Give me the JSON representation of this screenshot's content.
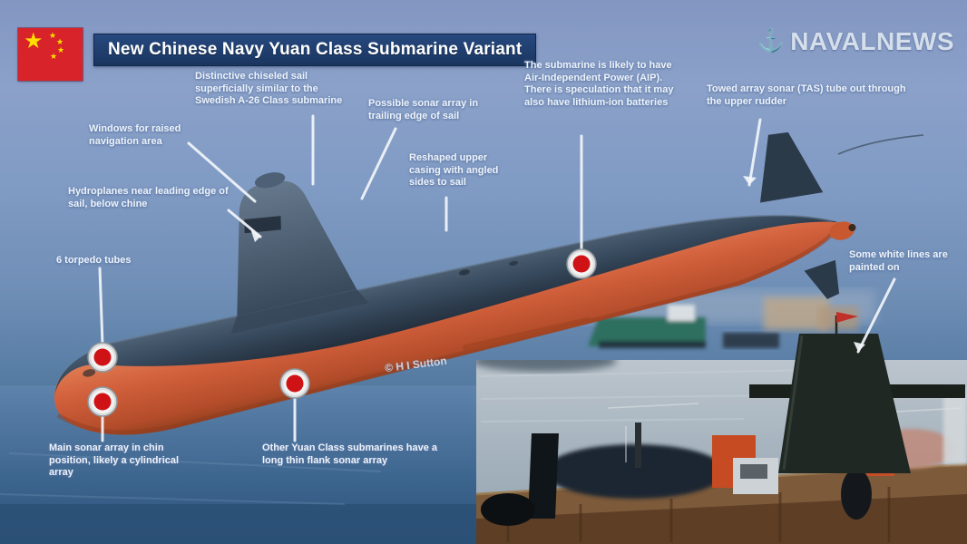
{
  "header": {
    "title": "New Chinese Navy Yuan Class Submarine Variant",
    "brand": "NAVALNEWS"
  },
  "watermark": "© H I Sutton",
  "annotations": {
    "sail_design": {
      "text": "Distinctive chiseled sail superficially similar to the Swedish A-26 Class submarine"
    },
    "sail_sonar": {
      "text": "Possible sonar array in trailing edge of sail"
    },
    "windows": {
      "text": "Windows for raised navigation area"
    },
    "casing": {
      "text": "Reshaped upper casing with angled sides to sail"
    },
    "aip": {
      "text": "The submarine is likely to have Air-Independent Power (AIP). There is speculation that it may also have lithium-ion batteries"
    },
    "towed_array": {
      "text": "Towed array sonar (TAS) tube out through the upper rudder"
    },
    "hydroplanes": {
      "text": "Hydroplanes near leading edge of sail, below chine"
    },
    "torpedo_tubes": {
      "text": "6 torpedo tubes"
    },
    "chin_sonar": {
      "text": "Main sonar array in chin position, likely a cylindrical array"
    },
    "flank_sonar": {
      "text": "Other Yuan Class submarines have a long thin flank sonar array"
    },
    "white_lines": {
      "text": "Some white lines are painted on"
    }
  },
  "markers": {
    "count": 4,
    "style": "red dot with white ring"
  },
  "colors": {
    "banner_bg": "#1e3c6e",
    "marker_red": "#cf1216",
    "hull_orange": "#d2603c",
    "hull_dark": "#2e3d4d",
    "flag_red": "#d8232a",
    "flag_star": "#ffde00",
    "annotation_text": "#edf3fb"
  }
}
